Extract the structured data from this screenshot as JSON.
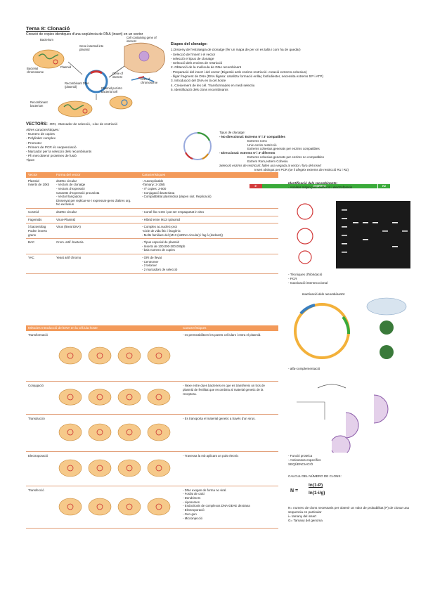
{
  "title": "Tema 8: Clonació",
  "subtitle": "Creació de copies identiques d'una seqüència de DNA (insert) en un vector",
  "diagram_labels": {
    "bacterium": "Bacterium",
    "gene_to_be_cloned": "Gene inserted into plasmid",
    "cell_with_gene": "Cell containing gene of interest",
    "bacterial_chromosome": "Bacterial chromosome",
    "plasmid": "Plasmid",
    "gene_of_interest": "Gene of interest",
    "dna_of_chromosome": "DNA of chromosome",
    "recombinant_dna": "Recombinant DNA (plasmid)",
    "plasmid_put_into": "Plasmid put into bacterial cell",
    "recombinant_bacterium": "Recombinant bacterium"
  },
  "steps": {
    "heading": "Etapes del clonatge:",
    "items": [
      "1.Disseny de l'estrategia de clonatge (fer un mapa de per on es talla i com ha de quedar)",
      "- Selecció de l'insert i el vector",
      "- selecció el tipus de clonatge",
      "- Selecció dels enzims de restricció",
      "2. Obtenció de la molècula de DNA recombinant",
      "- Preparació del insert i del vector (Digestió amb enzims restricció- creació extrems cohesius)",
      "- lligar fragment de DNA (DNA lligasa: catalitza formació enllaç fosfodiester, necessita extrems 5'P i ATP)",
      "3. Introducció del DNA en la cel.hoste",
      "4. Creixement de les cèl. Transformades en medi selectiu",
      "5. Identificació dels clons recombinants"
    ]
  },
  "vectors": {
    "heading": "VECTORS:",
    "heading_rest": " -ORI, -Marcador de selecció, -Lloc de restricció",
    "sub": "Altres característiques:",
    "items": [
      "- Numero de copies",
      "- Polylinker complex",
      "- Promotor",
      "- Primers de PCR i/o seqüenciació",
      "- Marcador per la selecció dels recombinants",
      "- Pf=met obtenir proteines de fusió"
    ],
    "tipus": "Tipus:"
  },
  "tipus_clonatge": {
    "heading": "Tipus de clonatge:",
    "items": [
      "- No direccional: Extrems 5' i 3' compatibles",
      "Extrems roms",
      "Unic enzim restricció",
      "Extrems cohesius generats per enzims compatibles",
      "- Direccional: extrems 5' i 3' diferents",
      "Extrems cohesius generats per enzims no compatibles",
      "Extrem Rom,extrem Cohesiu",
      "Selecció enzims de restricció: fallen una vegada al vector i fora del insert",
      "Insert obtingut per PCR (se li afegeix extrems de restricció R1 i R2)"
    ],
    "bar_left": "5'",
    "bar_mid": "INSERTO",
    "bar_right": "R2"
  },
  "vector_table": {
    "headers": [
      "Vector",
      "Forma del vector",
      "Caracteristiques"
    ],
    "rows": [
      {
        "vector": "Plasmid\nInserts de 10kb",
        "forma": "dsDNA circular\n- Vectors de clonatge\n- Vectors d'expressió\nCassette d'expressió procariota\n- Vector llançadora\nDissenyat per replicar-se i expressar-gens d'altres org.\nNo exclusius",
        "car": "- Autoreplicable\n-Tamany: 2-10kb\n- nº copies: 2-500\n- Conjugació bacteriana\n- Compatibilitat plasmídica (depen siot. Replicació)"
      },
      {
        "vector": "Cosmid",
        "forma": "dsDNA circular",
        "car": "- Conté lloc COS i pot ser empaquetat in vitro"
      },
      {
        "vector": "Fagemids",
        "forma": "Virus-Plasmid",
        "car": "- Híbrid entre M13 i plasmid"
      },
      {
        "vector": "λ bacteriofag\nPoden inserts grans",
        "forma": "Virus (lineal DNA)",
        "car": "- Complex ac.nucleic-prot\n-Cicle de vida lític i lisogènic\n- Molts familiars del (M13 (ssDNA circular) i fag λ (dsdnaII))"
      },
      {
        "vector": "BAC",
        "forma": "Crom. artif. bacteria",
        "car": "- Tipus especial de plasmid\n- Inserts de 100.000-300.000pb\n- baix numero de copies"
      },
      {
        "vector": "YAC",
        "forma": "Yeast artif chromo",
        "car": "- ORI de llevat\n- Centromer\n- 2 telomer\n- 2 marcadors de selecció"
      }
    ]
  },
  "method_table": {
    "headers": [
      "Mètodes Introducció del DNA en la cèl.lula hoste",
      "",
      "Característiques"
    ],
    "rows": [
      {
        "metode": "Transformació",
        "car": "- es permeabilitzen les parets cel.lulars i entra el plasmid."
      },
      {
        "metode": "Conjugació",
        "car": "- Nexe entre dues bacteries en que es transfereix un tros de plasmid de fertilitat que recombina al material genetic de la receptora."
      },
      {
        "metode": "Transducció",
        "car": "- Es transporta el material genetic a través d'un virus."
      },
      {
        "metode": "Electroporació",
        "car": "- Travessa la mb aplicant un puls electric"
      },
      {
        "metode": "Transfecció",
        "car": "- DNA exogen de forma no viral.\n- Fosfat de calci\n- Dendrimers\n- Liposomes\n- Endocitosis de complexos DNA-DEAE dextrana\n- Electroporació\n- Gen-gun\n- Microinjecció"
      }
    ]
  },
  "right": {
    "ident_heading": "Identificació dels recombinants:",
    "ident_item": "- Anàlisis mitjançant restricció i electroforesis",
    "hybrid": [
      "- Tècniques d'hibridació",
      "- PCR",
      "- Inactivació intersecccional"
    ],
    "inactivation_heading": "Inactivació dels recombinants:",
    "alfa": "- alfa-complementació",
    "after_alfa": [
      "- Funció proteica",
      "- Anticossos específics",
      "SEQÜENCIACIÓ"
    ],
    "calc": "CALCUL DEL NÚMERO DE CLONS:",
    "formula_n": "N =",
    "formula_num": "ln(1-P)",
    "formula_den": "ln(1-i/g)",
    "notes": [
      "N= numero de clons necessaris per obtenir un valor de probabilitat (P) de clonar una sequencia en particular",
      "i= tamany del insert",
      "G= Tamany del genoma"
    ]
  }
}
